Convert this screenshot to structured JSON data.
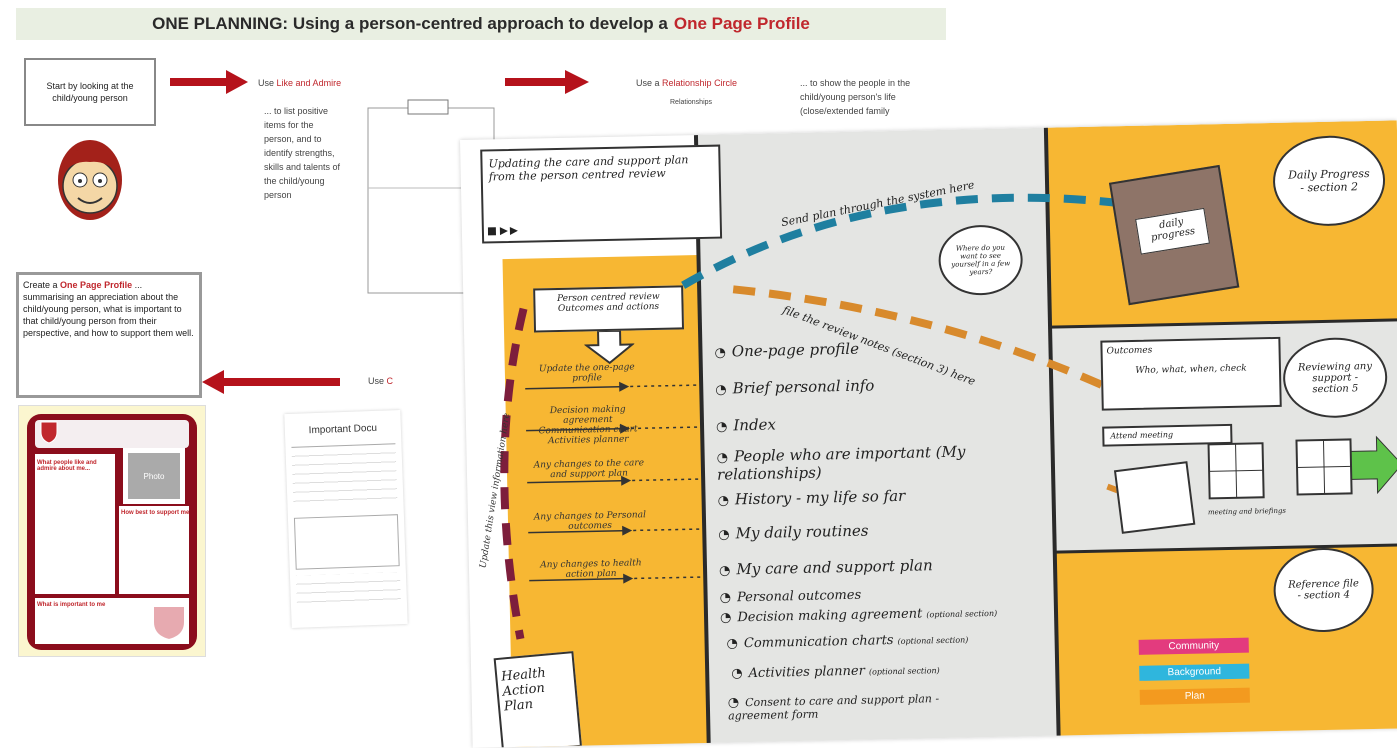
{
  "banner": {
    "title": "ONE PLANNING:  Using a person-centred approach to develop a",
    "highlight": "One Page Profile"
  },
  "flow": {
    "start_box": "Start by looking at the child/young person",
    "likes_admire_prefix": "Use",
    "likes_admire_link": "Like and Admire",
    "likes_admire_text": "... to list positive items for the person, and to identify strengths, skills and talents of the child/young person",
    "relationship_prefix": "Use a",
    "relationship_link": "Relationship Circle",
    "relationship_sub": "Relationships",
    "relationship_text": "... to show the people in the child/young person's life (close/extended family",
    "create_box_prefix": "Create a",
    "create_box_link": "One Page Profile",
    "create_box_text": "... summarising an appreciation about the child/young person, what is important to that child/young person from their perspective, and how to support them well.",
    "use_label": "Use",
    "use_link": "C",
    "doc_title": "Important Docu"
  },
  "profile_card": {
    "what_people_say": "What people like and admire about me...",
    "photo": "Photo",
    "how_to_support": "How best to support me",
    "important_to_me": "What is important to me"
  },
  "poster": {
    "updating_note": "Updating the care and support plan from the person centred review",
    "review_note": "Person centred review Outcomes and actions",
    "send_plan_label": "Send plan through the system here",
    "file_review_label": "file the review notes (section 3) here",
    "bubble_small": "Where do you want to see yourself in a few years?",
    "daily_progress_bubble": "Daily Progress - section 2",
    "daily_progress_book": "daily progress",
    "reviewing_bubble": "Reviewing any support - section 5",
    "reference_bubble": "Reference file - section 4",
    "health_plan": "Health Action Plan",
    "side_label": "Update this view information here",
    "actions_note_title": "Outcomes",
    "actions_note_text": "Who, what, when, check",
    "meeting_note": "Attend meeting",
    "mini_caption": "meeting and briefings",
    "pills": [
      "Community",
      "Background",
      "Plan"
    ],
    "pill_colors": [
      "#e33b7e",
      "#2fb6dd",
      "#f39a1f"
    ],
    "steps": [
      "Update the one-page profile",
      "Decision making agreement Communication chart Activities planner",
      "Any changes to the care and support plan",
      "Any changes to Personal outcomes",
      "Any changes to health action plan"
    ],
    "list": [
      {
        "text": "One-page profile",
        "opt": ""
      },
      {
        "text": "Brief personal info",
        "opt": ""
      },
      {
        "text": "Index",
        "opt": ""
      },
      {
        "text": "People who are important (My relationships)",
        "opt": ""
      },
      {
        "text": "History - my life so far",
        "opt": ""
      },
      {
        "text": "My daily routines",
        "opt": ""
      },
      {
        "text": "My care and support plan",
        "opt": ""
      },
      {
        "text": "Personal outcomes",
        "opt": ""
      },
      {
        "text": "Decision making agreement",
        "opt": "(optional section)"
      },
      {
        "text": "Communication charts",
        "opt": "(optional section)"
      },
      {
        "text": "Activities planner",
        "opt": "(optional section)"
      },
      {
        "text": "Consent to care and support plan - agreement form",
        "opt": ""
      }
    ],
    "colors": {
      "orange": "#f7b733",
      "grey": "#e4e5e3",
      "arrow_red": "#b5121b",
      "dash_blue": "#1f7fa0",
      "dash_orange": "#d88a2c",
      "dash_maroon": "#7d1e3c",
      "green_arrow": "#5ec24a"
    }
  }
}
